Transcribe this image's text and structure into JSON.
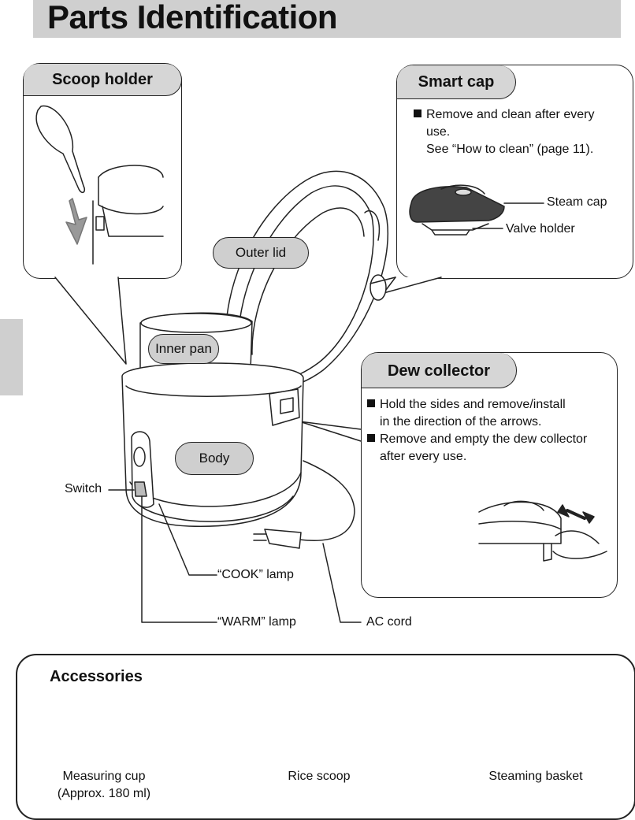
{
  "page_title": "Parts Identification",
  "scoop_holder": {
    "heading": "Scoop holder"
  },
  "smart_cap": {
    "heading": "Smart cap",
    "bullet_line1": "Remove and clean after every",
    "bullet_line2": "use.",
    "bullet_line3": "See “How to clean” (page 11).",
    "steam_cap_label": "Steam cap",
    "valve_holder_label": "Valve holder"
  },
  "dew_collector": {
    "heading": "Dew collector",
    "bullet1_line1": "Hold the sides and remove/install",
    "bullet1_line2": "in the direction of the arrows.",
    "bullet2_line1": "Remove and empty the dew collector",
    "bullet2_line2": "after every use."
  },
  "parts": {
    "outer_lid": "Outer lid",
    "inner_pan": "Inner pan",
    "body": "Body",
    "switch": "Switch",
    "cook_lamp": "“COOK” lamp",
    "warm_lamp": "“WARM” lamp",
    "ac_cord": "AC cord"
  },
  "accessories": {
    "heading": "Accessories",
    "measuring_cup_line1": "Measuring cup",
    "measuring_cup_line2": "(Approx. 180 ml)",
    "rice_scoop": "Rice scoop",
    "steaming_basket": "Steaming basket"
  },
  "colors": {
    "panel_gray": "#cfcfcf",
    "line": "#222222"
  }
}
